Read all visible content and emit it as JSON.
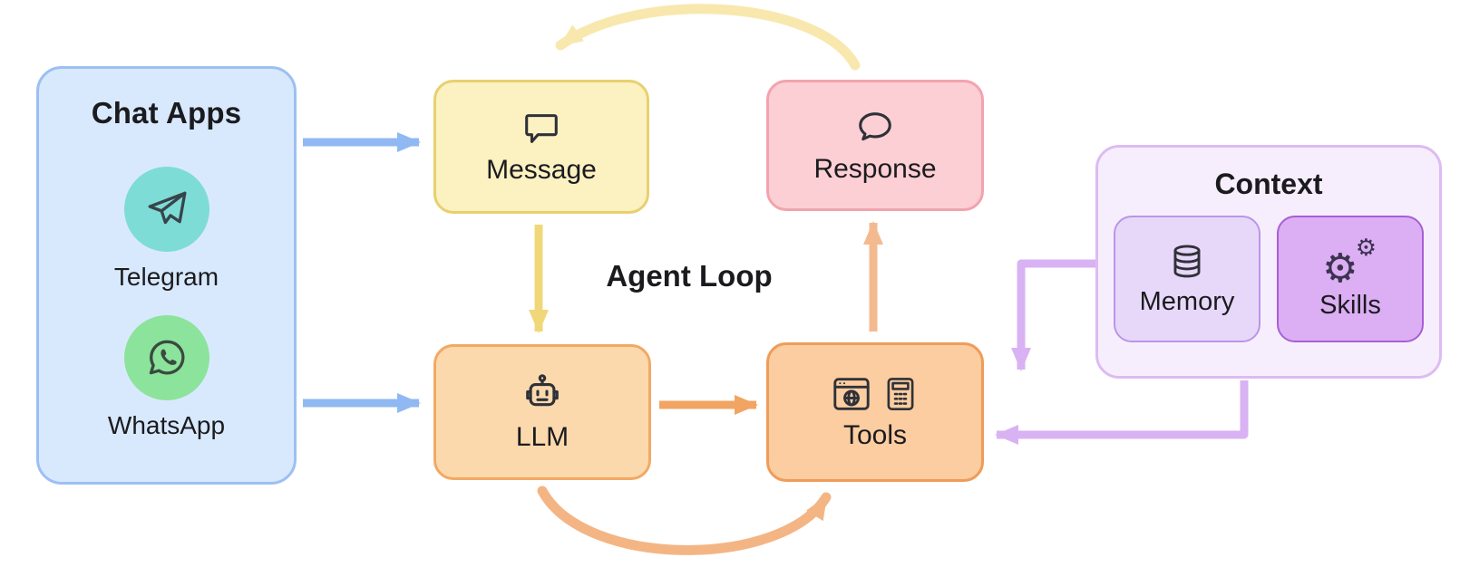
{
  "diagram": {
    "center_label": "Agent Loop",
    "chat_apps": {
      "title": "Chat Apps",
      "apps": [
        {
          "name": "Telegram",
          "icon": "telegram-icon",
          "circle_color": "#7EDCD6"
        },
        {
          "name": "WhatsApp",
          "icon": "whatsapp-icon",
          "circle_color": "#8CE39B"
        }
      ]
    },
    "nodes": {
      "message": {
        "label": "Message",
        "icon": "speech-bubble-square-icon",
        "fill": "#FBF1C1",
        "border": "#E8D06F"
      },
      "response": {
        "label": "Response",
        "icon": "speech-bubble-round-icon",
        "fill": "#FBCFD4",
        "border": "#F2A3AE"
      },
      "llm": {
        "label": "LLM",
        "icon": "robot-icon",
        "fill": "#FCD9AD",
        "border": "#F2A964"
      },
      "tools": {
        "label": "Tools",
        "icon": "browser-and-calculator-icons",
        "fill": "#FBCDA1",
        "border": "#EF9C59"
      }
    },
    "context": {
      "title": "Context",
      "items": [
        {
          "label": "Memory",
          "icon": "database-icon",
          "fill": "#E7D8F9",
          "border": "#BB95E8"
        },
        {
          "label": "Skills",
          "icon": "gears-icon",
          "fill": "#DCAEF3",
          "border": "#A75FD6"
        }
      ]
    },
    "arrows": [
      {
        "from": "chat-apps",
        "to": "message",
        "style": "straight-right",
        "color": "#90B8F2"
      },
      {
        "from": "chat-apps",
        "to": "llm",
        "style": "straight-right",
        "color": "#90B8F2"
      },
      {
        "from": "message",
        "to": "llm",
        "style": "straight-down",
        "color": "#F0D87A"
      },
      {
        "from": "llm",
        "to": "tools",
        "style": "straight-right",
        "color": "#F2A462"
      },
      {
        "from": "tools",
        "to": "response",
        "style": "straight-up",
        "color": "#F3BA90"
      },
      {
        "from": "response",
        "to": "message",
        "style": "curved-top",
        "color": "#F8E8AE"
      },
      {
        "from": "llm",
        "to": "tools",
        "style": "curved-bottom",
        "color": "#F4B584"
      },
      {
        "from": "context",
        "to": "tools",
        "style": "elbow-down",
        "color": "#D9B2F4"
      },
      {
        "from": "context",
        "to": "tools",
        "style": "elbow-left",
        "color": "#D9B2F4"
      }
    ]
  }
}
